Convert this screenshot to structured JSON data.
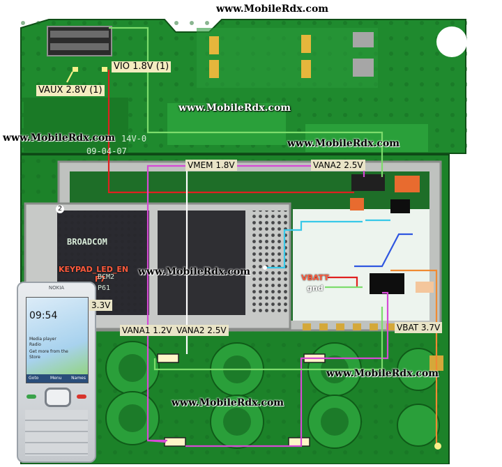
{
  "watermarks": {
    "top": "www.MobileRdx.com",
    "upper_mid": "www.MobileRdx.com",
    "left": "www.MobileRdx.com",
    "right_mid": "www.MobileRdx.com",
    "center": "www.MobileRdx.com",
    "lower_right": "www.MobileRdx.com",
    "bottom": "www.MobileRdx.com"
  },
  "labels": {
    "vio": "VIO 1.8V (1)",
    "vaux": "VAUX 2.8V (1)",
    "vana1": "VANA1 1.2V",
    "vana2": "VANA2 2.5V",
    "vbat": "VBAT 3.7V",
    "vana_top": "VANA2 2.5V",
    "vmem": "VMEM 1.8V",
    "v33": "3.3V",
    "keypad_led": "KEYPAD_LED_EN",
    "f7": "F7",
    "vbatt": "VBATT",
    "gnd": "gnd"
  },
  "pcb_text": {
    "broadcom": "BROADCOM",
    "chip_model": "BCM2",
    "chip_line2": "P61",
    "board_code": "14V-0",
    "board_date": "09-04-07",
    "pad_num": "2"
  },
  "phone": {
    "brand": "NOKIA",
    "time": "09:54",
    "status_lines": [
      "Media player",
      "Radio",
      "Get more from the",
      "Store"
    ],
    "softkeys": [
      "Goto",
      "Menu",
      "Names"
    ]
  },
  "colors": {
    "pcb_green": "#1f8a2e",
    "pcb_dark": "#14521c",
    "shield": "#bfc2bf",
    "trace_green": "#7ddc6c",
    "trace_red": "#e02020",
    "trace_magenta": "#d64ad6",
    "trace_cyan": "#38c8e8",
    "trace_white": "#ffffff",
    "trace_orange": "#f08a32",
    "trace_blue": "#2f56e0"
  }
}
